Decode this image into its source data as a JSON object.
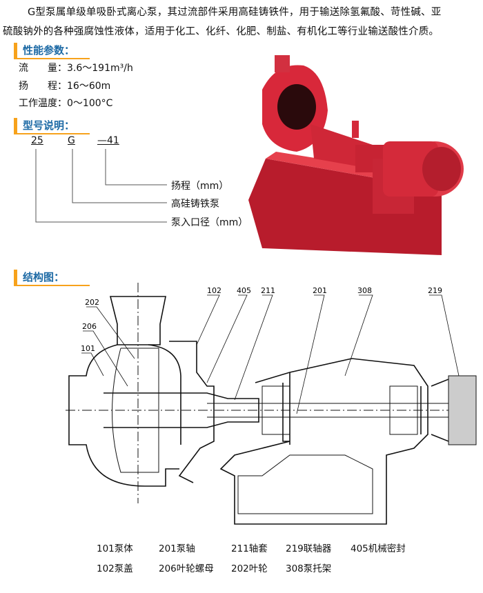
{
  "intro": {
    "line1": "G型泵属单级单吸卧式离心泵，其过流部件采用高硅铸铁件，用于输送除氢氟酸、苛性碱、亚",
    "line2": "硫酸钠外的各种强腐蚀性液体，适用于化工、化纤、化肥、制盐、有机化工等行业输送酸性介质。"
  },
  "performance": {
    "title": "性能参数：",
    "items": [
      {
        "label": "流　　量：",
        "value": "3.6～191m³/h"
      },
      {
        "label": "扬　　程：",
        "value": "16～60m"
      },
      {
        "label": "工作温度：",
        "value": "0～100°C"
      }
    ]
  },
  "model": {
    "title": "型号说明：",
    "codes": [
      "25",
      "G",
      "—41"
    ],
    "meanings": [
      "扬程（mm）",
      "高硅铸铁泵",
      "泵入口径（mm）"
    ]
  },
  "structure": {
    "title": "结构图：",
    "callouts": [
      "102",
      "405",
      "211",
      "201",
      "308",
      "219",
      "202",
      "206",
      "101"
    ],
    "legend_row1": [
      "101泵体",
      "201泵轴",
      "211轴套",
      "219联轴器",
      "405机械密封"
    ],
    "legend_row2": [
      "102泵盖",
      "206叶轮螺母",
      "202叶轮",
      "308泵托架"
    ]
  },
  "colors": {
    "accent": "#f7a21b",
    "heading": "#1d6aa5",
    "pump": "#d8283a"
  }
}
